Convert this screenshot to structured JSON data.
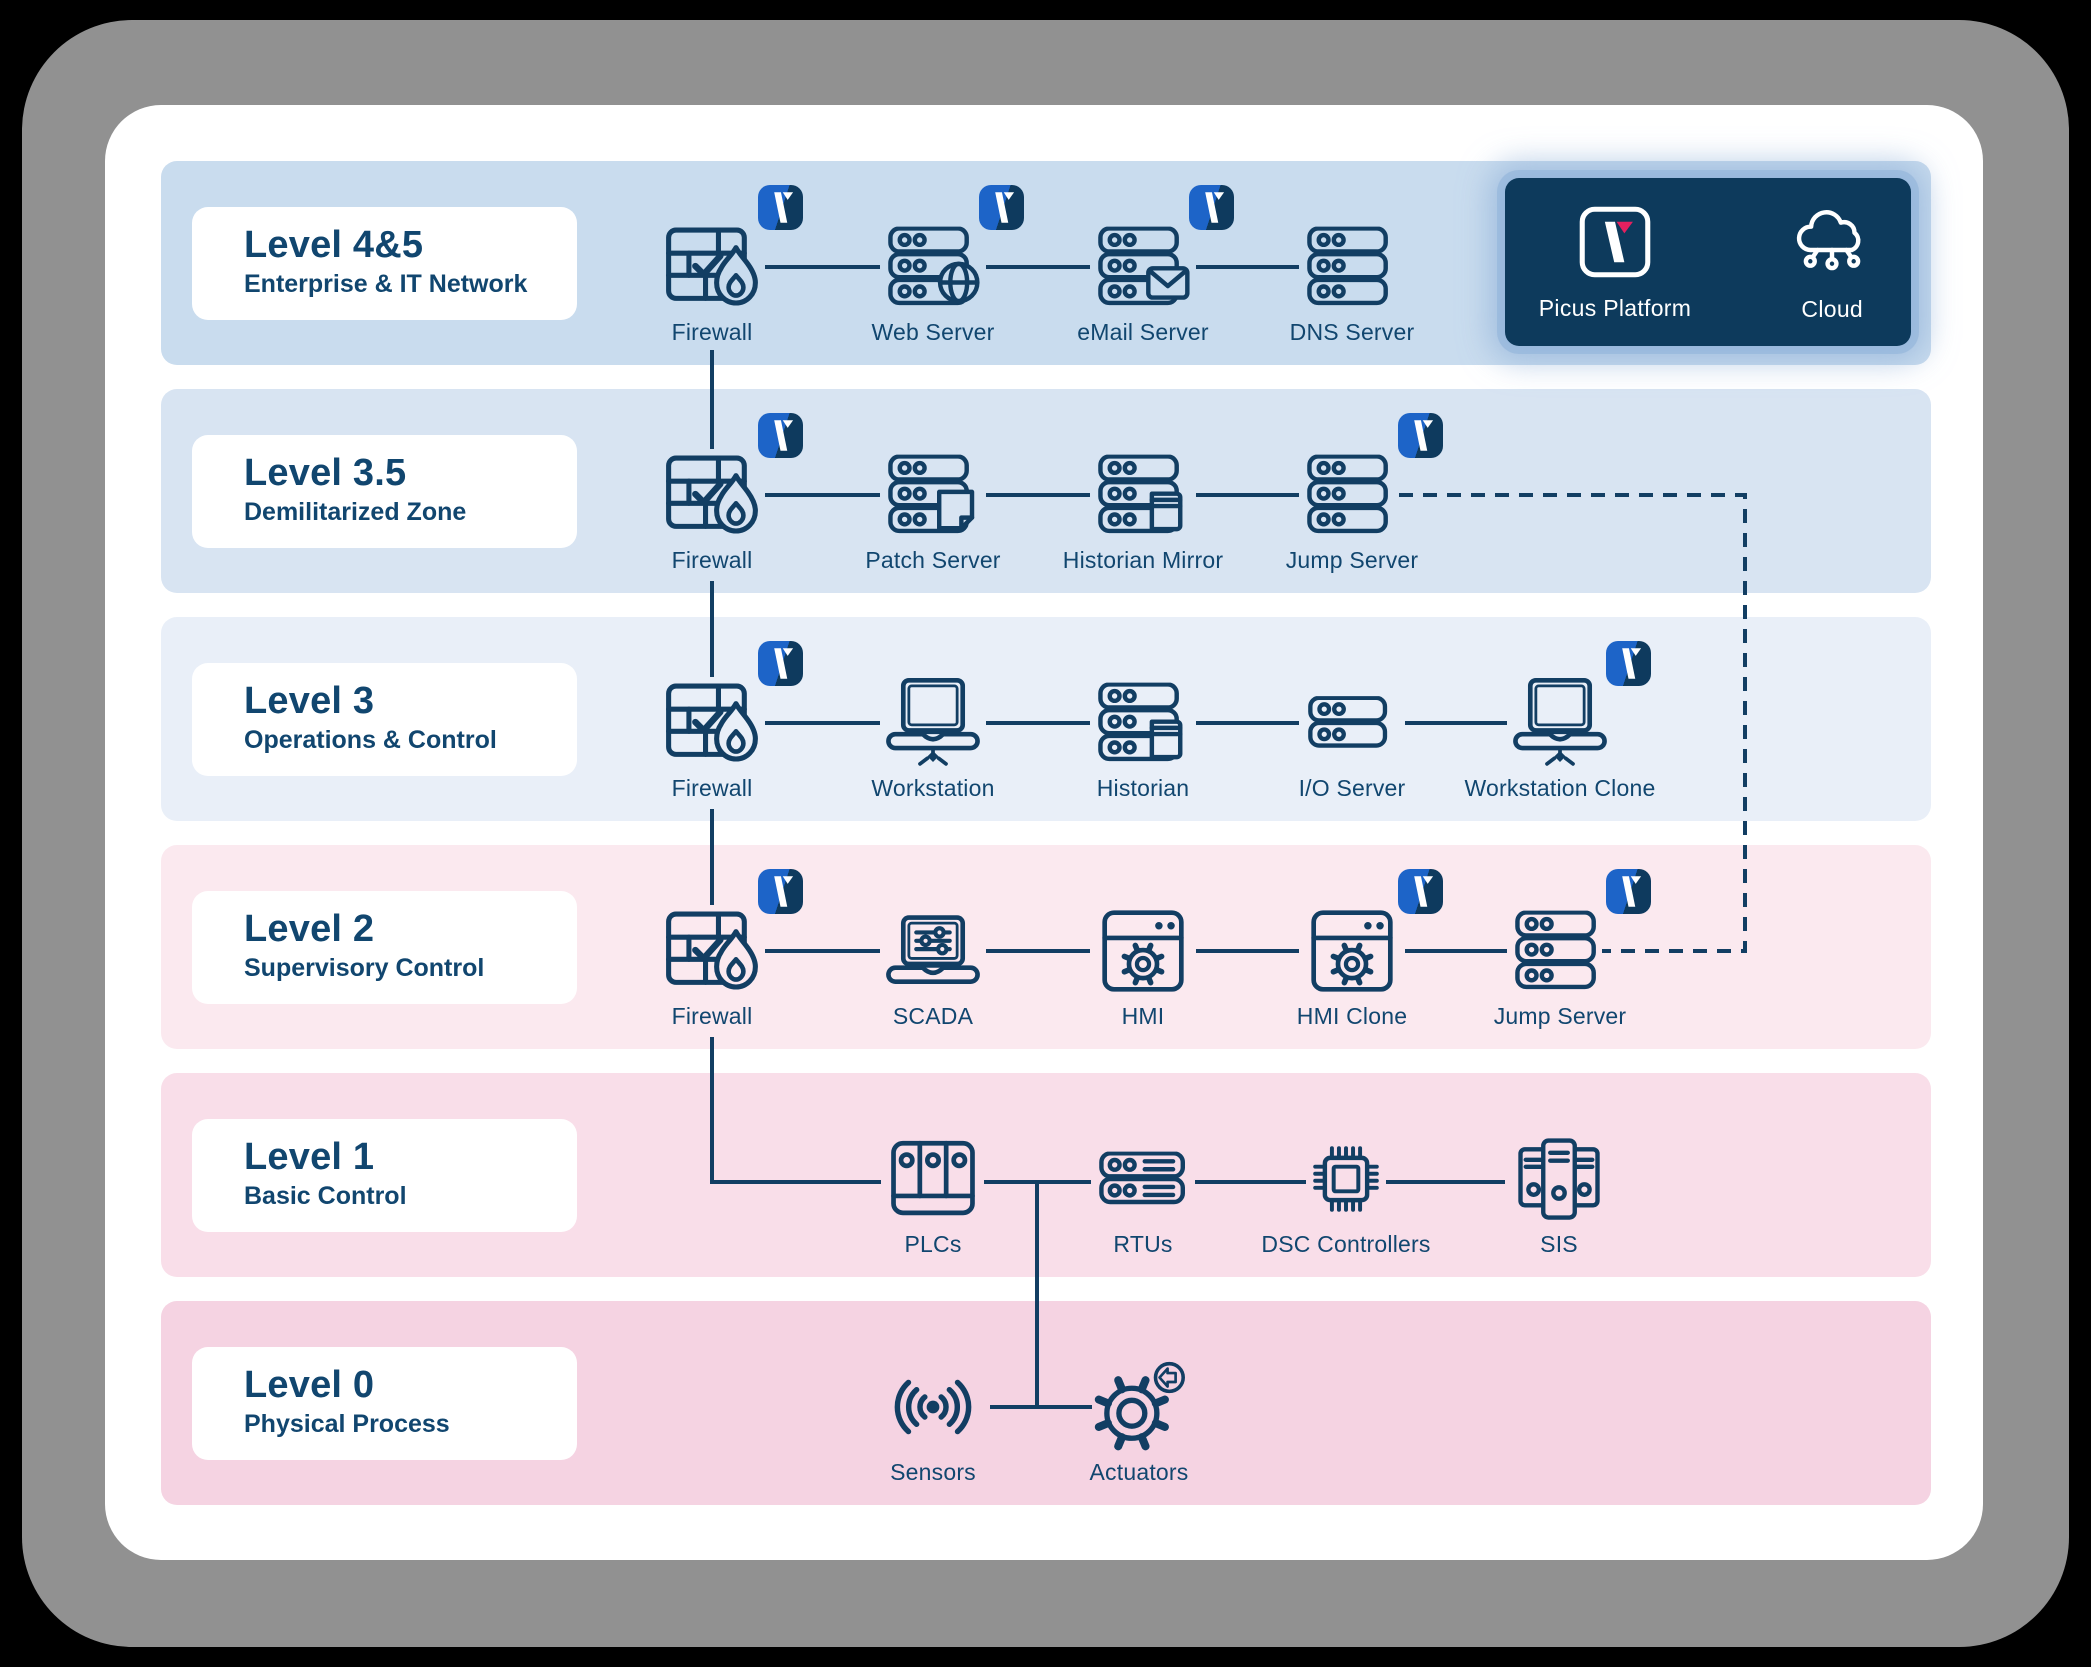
{
  "colors": {
    "canvas": "#000000",
    "frame": "#919191",
    "page": "#ffffff",
    "line_ink": "#123e63",
    "text_ink": "#11466f",
    "badge_blue": "#1d64c8",
    "badge_navy": "#0e3a5e",
    "platform_navy": "#0d3a5c",
    "picus_pink": "#e5205f"
  },
  "bands": [
    {
      "title": "Level 4&5",
      "subtitle": "Enterprise & IT Network",
      "bg": "#c9dcee",
      "devices": [
        {
          "label": "Firewall",
          "icon": "firewall",
          "picus_badge": true
        },
        {
          "label": "Web Server",
          "icon": "server-globe",
          "picus_badge": true
        },
        {
          "label": "eMail Server",
          "icon": "server-mail",
          "picus_badge": true
        },
        {
          "label": "DNS Server",
          "icon": "server",
          "picus_badge": false
        }
      ]
    },
    {
      "title": "Level 3.5",
      "subtitle": "Demilitarized Zone",
      "bg": "#d8e4f2",
      "devices": [
        {
          "label": "Firewall",
          "icon": "firewall",
          "picus_badge": true
        },
        {
          "label": "Patch Server",
          "icon": "server-doc",
          "picus_badge": false
        },
        {
          "label": "Historian Mirror",
          "icon": "server-book",
          "picus_badge": false
        },
        {
          "label": "Jump Server",
          "icon": "server",
          "picus_badge": true
        }
      ]
    },
    {
      "title": "Level 3",
      "subtitle": "Operations & Control",
      "bg": "#e9eff8",
      "devices": [
        {
          "label": "Firewall",
          "icon": "firewall",
          "picus_badge": true
        },
        {
          "label": "Workstation",
          "icon": "laptop",
          "picus_badge": false
        },
        {
          "label": "Historian",
          "icon": "server-book",
          "picus_badge": false
        },
        {
          "label": "I/O Server",
          "icon": "server-2u",
          "picus_badge": false
        },
        {
          "label": "Workstation Clone",
          "icon": "laptop",
          "picus_badge": true
        }
      ]
    },
    {
      "title": "Level 2",
      "subtitle": "Supervisory Control",
      "bg": "#fbe9ef",
      "devices": [
        {
          "label": "Firewall",
          "icon": "firewall",
          "picus_badge": true
        },
        {
          "label": "SCADA",
          "icon": "scada",
          "picus_badge": false
        },
        {
          "label": "HMI",
          "icon": "hmi",
          "picus_badge": false
        },
        {
          "label": "HMI Clone",
          "icon": "hmi",
          "picus_badge": true
        },
        {
          "label": "Jump Server",
          "icon": "server",
          "picus_badge": true
        }
      ]
    },
    {
      "title": "Level 1",
      "subtitle": "Basic Control",
      "bg": "#f9dee9",
      "devices": [
        {
          "label": "PLCs",
          "icon": "plc",
          "picus_badge": false
        },
        {
          "label": "RTUs",
          "icon": "rtu",
          "picus_badge": false
        },
        {
          "label": "DSC Controllers",
          "icon": "chip",
          "picus_badge": false
        },
        {
          "label": "SIS",
          "icon": "sis",
          "picus_badge": false
        }
      ]
    },
    {
      "title": "Level 0",
      "subtitle": "Physical Process",
      "bg": "#f5d3e2",
      "devices": [
        {
          "label": "Sensors",
          "icon": "sensors",
          "picus_badge": false
        },
        {
          "label": "Actuators",
          "icon": "gear-arrow",
          "picus_badge": false
        }
      ]
    }
  ],
  "platform": {
    "items": [
      {
        "label": "Picus Platform",
        "icon": "picus-logo"
      },
      {
        "label": "Cloud",
        "icon": "cloud"
      }
    ]
  },
  "connections": [
    "Firewall L4&5 - Web Server - eMail Server - DNS Server",
    "Firewall chain: L4&5 Firewall - L3.5 Firewall - L3 Firewall - L2 Firewall - PLCs",
    "L3.5: Firewall - Patch Server - Historian Mirror - Jump Server",
    "L3: Firewall - Workstation - Historian - I/O Server - Workstation Clone",
    "L2: Firewall - SCADA - HMI - HMI Clone - Jump Server",
    "L1: PLCs - RTUs - DSC Controllers - SIS",
    "L0: Sensors - Actuators, fed from PLC/RTU link",
    "Dashed: Jump Server (L3.5) - Jump Server (L2)"
  ]
}
